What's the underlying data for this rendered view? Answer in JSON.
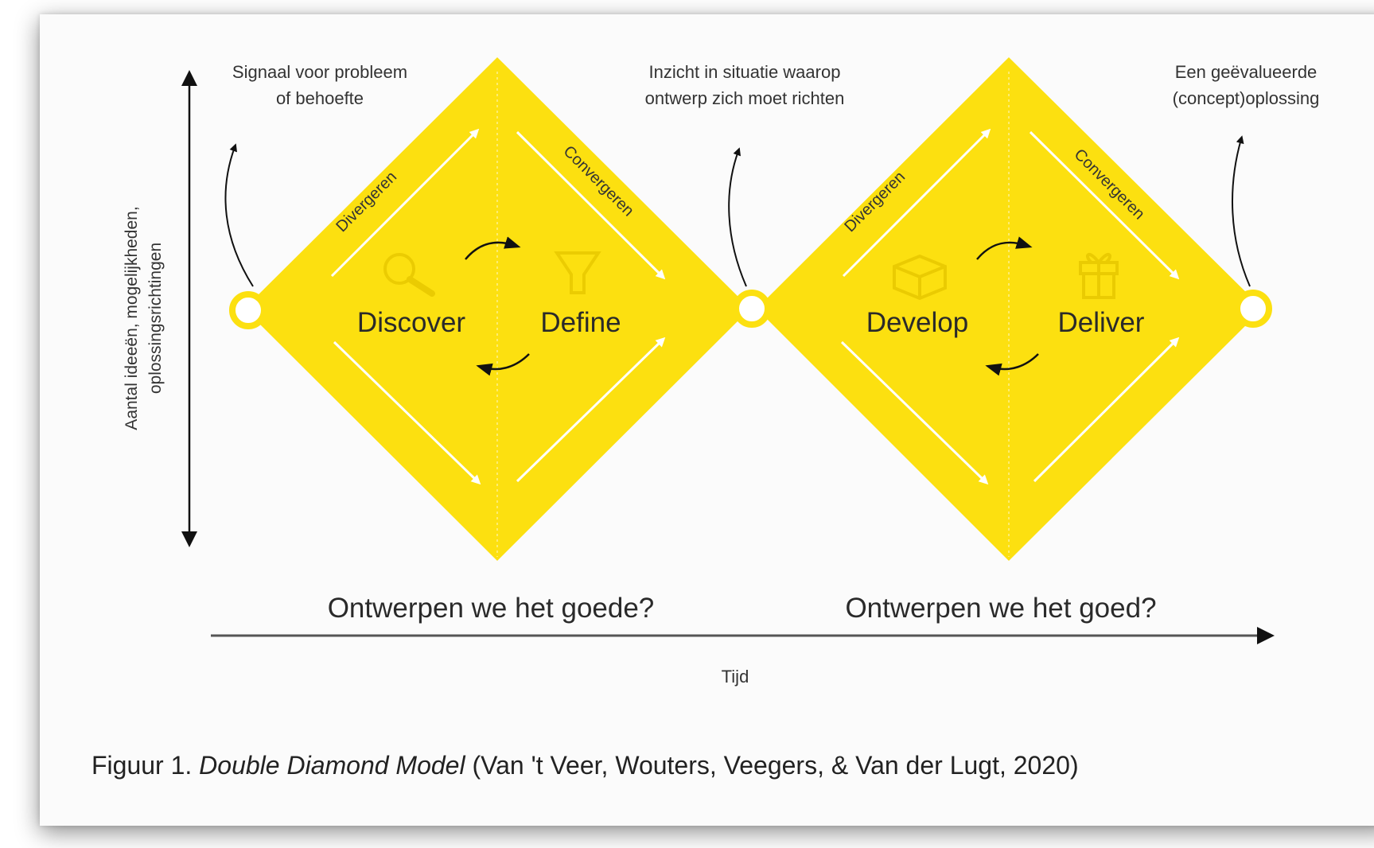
{
  "diagram": {
    "vertical_axis_label_line1": "Aantal ideeën, mogelijkheden,",
    "vertical_axis_label_line2": "oplossingsrichtingen",
    "time_axis_label": "Tijd",
    "start_note_line1": "Signaal voor probleem",
    "start_note_line2": "of behoefte",
    "mid_note_line1": "Inzicht in situatie waarop",
    "mid_note_line2": "ontwerp zich moet richten",
    "end_note_line1": "Een geëvalueerde",
    "end_note_line2": "(concept)oplossing",
    "diamonds": [
      {
        "phase_left": "Discover",
        "phase_right": "Define",
        "diverge_label": "Divergeren",
        "converge_label": "Convergeren",
        "question": "Ontwerpen we het goede?",
        "left_icon": "magnifier-icon",
        "right_icon": "funnel-icon"
      },
      {
        "phase_left": "Develop",
        "phase_right": "Deliver",
        "diverge_label": "Divergeren",
        "converge_label": "Convergeren",
        "question": "Ontwerpen we het goed?",
        "left_icon": "box-icon",
        "right_icon": "gift-icon"
      }
    ],
    "caption_prefix": "Figuur 1. ",
    "caption_title": "Double Diamond Model",
    "caption_suffix": " (Van 't Veer, Wouters, Veegers, & Van der Lugt, 2020)",
    "colors": {
      "diamond": "#FCE010",
      "arrow": "#ffffff",
      "text": "#222222"
    }
  }
}
